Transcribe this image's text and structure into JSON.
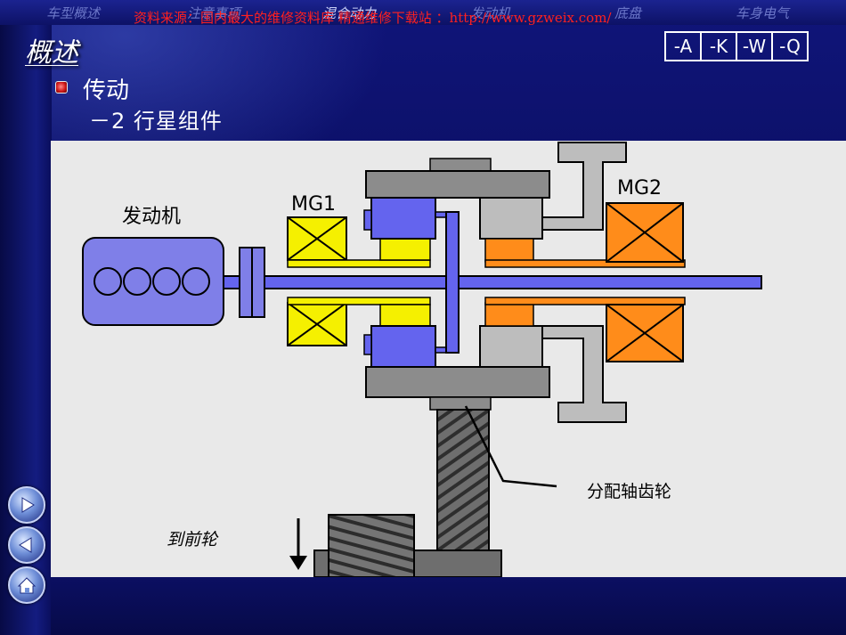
{
  "nav": {
    "items": [
      "车型概述",
      "注意事项",
      "混合动力",
      "发动机",
      "底盘",
      "车身电气"
    ],
    "active_index": 2
  },
  "watermark": "资料来源：国内最大的维修资料库 精通维修下载站 ：http://www.gzweix.com/",
  "page_title": "概述",
  "keys": [
    "-A",
    "-K",
    "-W",
    "-Q"
  ],
  "content": {
    "heading": "传动",
    "subheading": "－2 行星组件"
  },
  "diagram": {
    "engine_label": "发动机",
    "mg1_label": "MG1",
    "mg2_label": "MG2",
    "gear_label": "分配轴齿轮",
    "wheel_label": "到前轮",
    "colors": {
      "engine": "#7f7fe8",
      "shaft": "#6464ee",
      "mg1": "#f5f000",
      "mg2": "#ff8c1a",
      "carrier": "#8c8c8c",
      "ring": "#bdbdbd"
    }
  },
  "side_buttons": [
    "next-icon",
    "prev-icon",
    "home-icon"
  ]
}
